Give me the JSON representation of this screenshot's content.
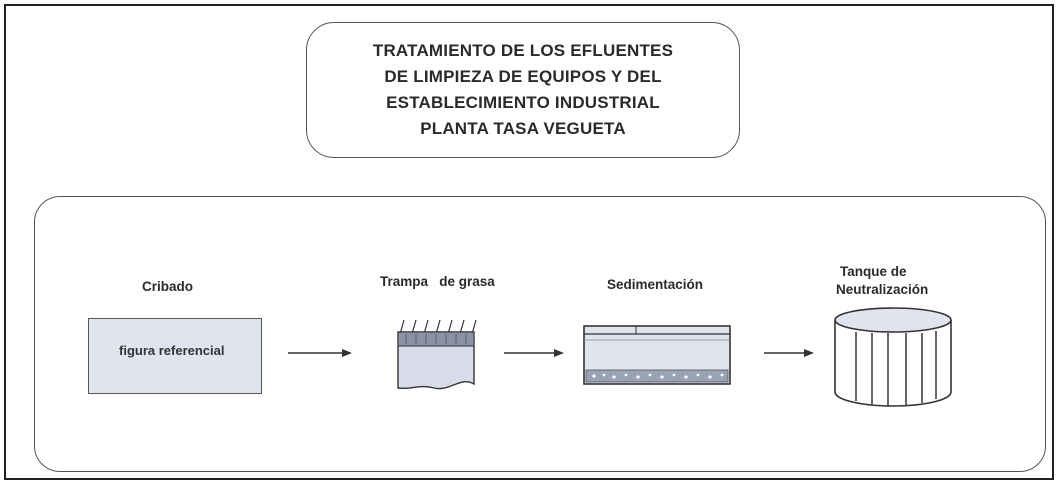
{
  "title": {
    "lines": [
      "TRATAMIENTO DE LOS EFLUENTES",
      "DE LIMPIEZA DE EQUIPOS Y DEL",
      "ESTABLECIMIENTO INDUSTRIAL",
      "PLANTA TASA VEGUETA"
    ]
  },
  "steps": [
    {
      "label": "Cribado",
      "placeholder": "figura referencial"
    },
    {
      "label": "Trampa   de grasa"
    },
    {
      "label": "Sedimentación"
    },
    {
      "label_lines": [
        "Tanque de",
        "Neutralización"
      ]
    }
  ],
  "colors": {
    "border": "#555555",
    "fill": "#dfe4ef",
    "text": "#2a2a2a"
  }
}
